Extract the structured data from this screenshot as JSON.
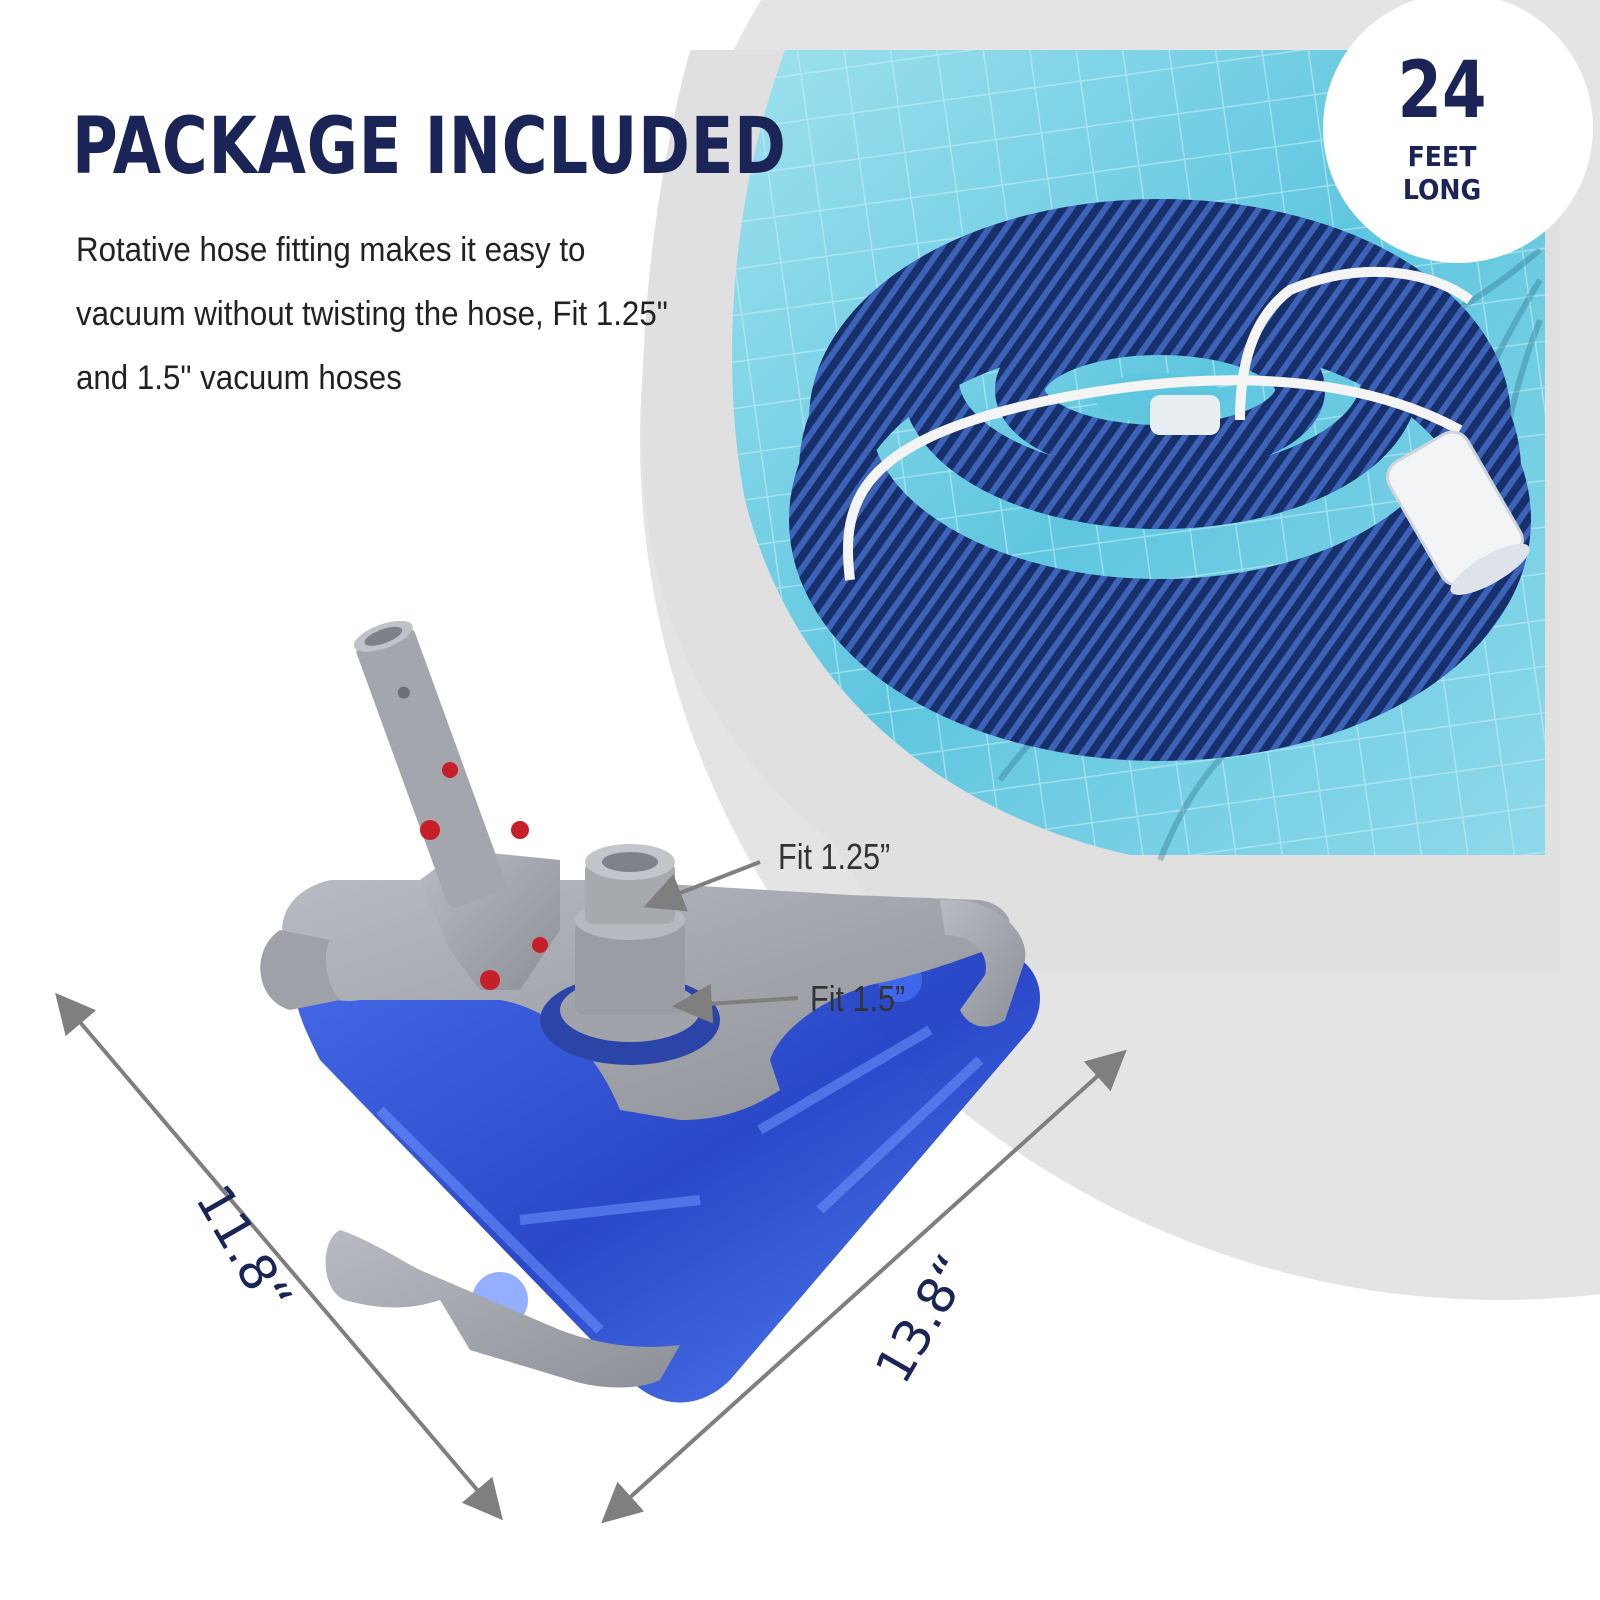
{
  "heading": "PACKAGE INCLUDED",
  "description": "Rotative hose fitting makes it easy to vacuum without twisting the hose, Fit 1.25\" and 1.5\" vacuum hoses",
  "badge": {
    "number": "24",
    "line1": "FEET",
    "line2": "LONG"
  },
  "callouts": {
    "small_fit": "Fit 1.25”",
    "large_fit": "Fit 1.5”"
  },
  "dimensions": {
    "left_edge": "11.8“",
    "right_edge": "13.8“"
  },
  "colors": {
    "navy_text": "#1a2456",
    "hose_blue": "#1e3f86",
    "pool_water": "#6fd0e6",
    "gray_plastic": "#a3a7ad",
    "transparent_blue": "#2b4fd6"
  }
}
